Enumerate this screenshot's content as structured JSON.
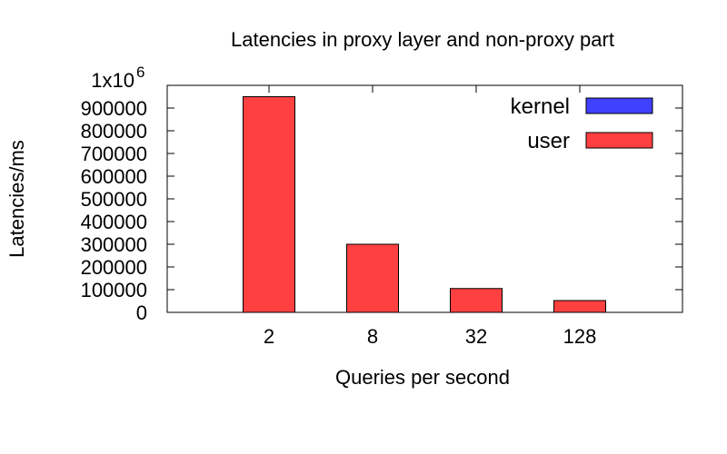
{
  "chart_data": {
    "type": "bar",
    "title": "Latencies in proxy layer and non-proxy part",
    "xlabel": "Queries per second",
    "ylabel": "Latencies/ms",
    "categories": [
      "2",
      "8",
      "32",
      "128"
    ],
    "series": [
      {
        "name": "kernel",
        "color": "#4040ff",
        "values": [
          0,
          0,
          0,
          0
        ]
      },
      {
        "name": "user",
        "color": "#ff4040",
        "values": [
          950000,
          300000,
          105000,
          52000
        ]
      }
    ],
    "ylim": [
      0,
      1000000
    ],
    "yticks": [
      0,
      100000,
      200000,
      300000,
      400000,
      500000,
      600000,
      700000,
      800000,
      900000
    ],
    "ytop_label_base": "1x10",
    "ytop_label_exp": "6",
    "legend_position": "top-right",
    "grid": false
  }
}
